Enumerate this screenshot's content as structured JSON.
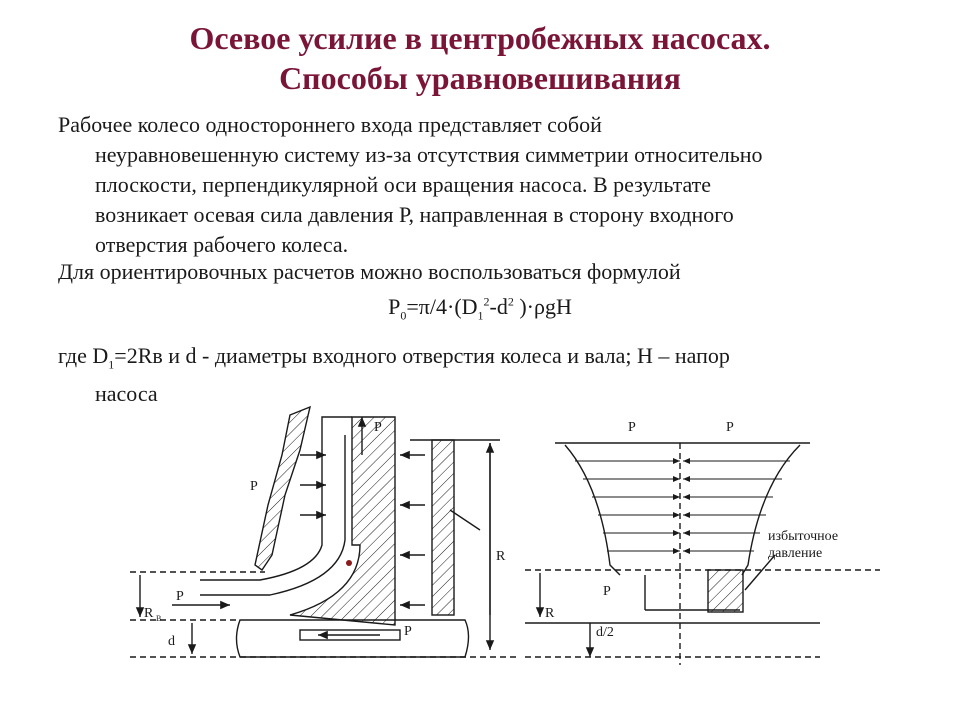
{
  "title": {
    "line1": "Осевое усилие в центробежных насосах.",
    "line2": "Способы уравновешивания"
  },
  "para1": {
    "first": "Рабочее колесо одностороннего входа представляет собой",
    "l2": "неуравновешенную систему из-за отсутствия симметрии относительно",
    "l3": "плоскости, перпендикулярной оси вращения насоса. В результате",
    "l4": "возникает осевая сила давления Р, направленная в сторону входного",
    "l5": "отверстия рабочего колеса."
  },
  "para2": "Для ориентировочных расчетов можно воспользоваться формулой",
  "formula": {
    "p": "P",
    "p_sub": "0",
    "mid": "=π/4·(D",
    "d_sub": "1",
    "d_sup": "2",
    "tail1": "-d",
    "d2_sup": "2",
    "tail2": " )·ρgH"
  },
  "para3": {
    "a": "где D",
    "sub": "1",
    "b": "=2Rв и d - диаметры входного отверстия колеса и вала; Н – напор",
    "c": "насоса"
  },
  "left_diagram": {
    "p2_top": "P",
    "p2_side": "P",
    "r2": "R",
    "rv": "R",
    "rv_sub": "В",
    "p1": "P",
    "p0": "P",
    "d": "d"
  },
  "right_diagram": {
    "p2_left": "P",
    "p2_right": "P",
    "overpressure_1": "избыточное",
    "overpressure_2": "давление",
    "p1": "P",
    "r1": "R",
    "d2": "d/2"
  },
  "colors": {
    "title": "#7a1538",
    "text": "#1a1a1a",
    "dot": "#8b1a1a"
  }
}
